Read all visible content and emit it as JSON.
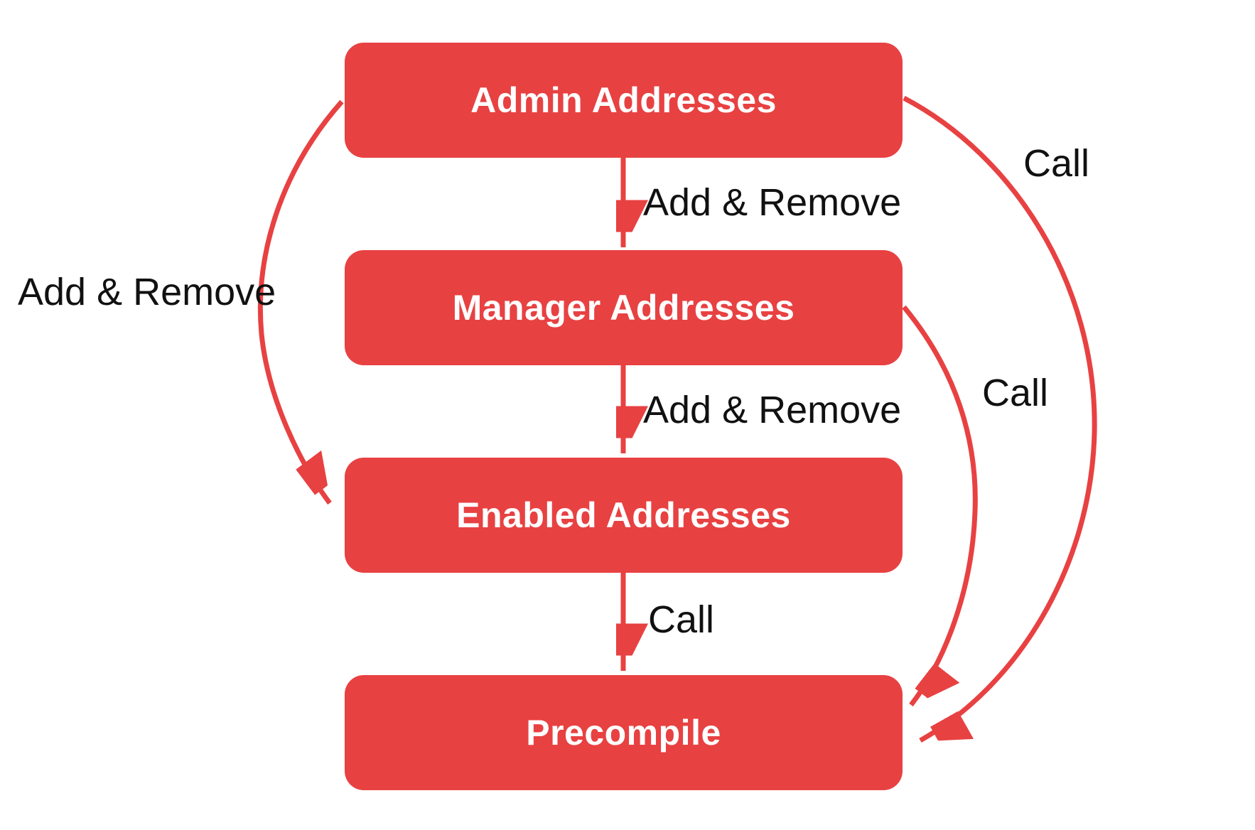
{
  "diagram": {
    "colors": {
      "accent": "#E84142",
      "ink": "#111111",
      "node-text": "#FFFFFF",
      "bg": "#FFFFFF"
    },
    "nodes": [
      {
        "id": "admin",
        "label": "Admin Addresses"
      },
      {
        "id": "manager",
        "label": "Manager Addresses"
      },
      {
        "id": "enabled",
        "label": "Enabled Addresses"
      },
      {
        "id": "precompile",
        "label": "Precompile"
      }
    ],
    "edges": [
      {
        "from": "admin",
        "to": "manager",
        "label": "Add & Remove"
      },
      {
        "from": "manager",
        "to": "enabled",
        "label": "Add & Remove"
      },
      {
        "from": "enabled",
        "to": "precompile",
        "label": "Call"
      },
      {
        "from": "admin",
        "to": "enabled",
        "label": "Add & Remove"
      },
      {
        "from": "manager",
        "to": "precompile",
        "label": "Call"
      },
      {
        "from": "admin",
        "to": "precompile",
        "label": "Call"
      }
    ]
  }
}
